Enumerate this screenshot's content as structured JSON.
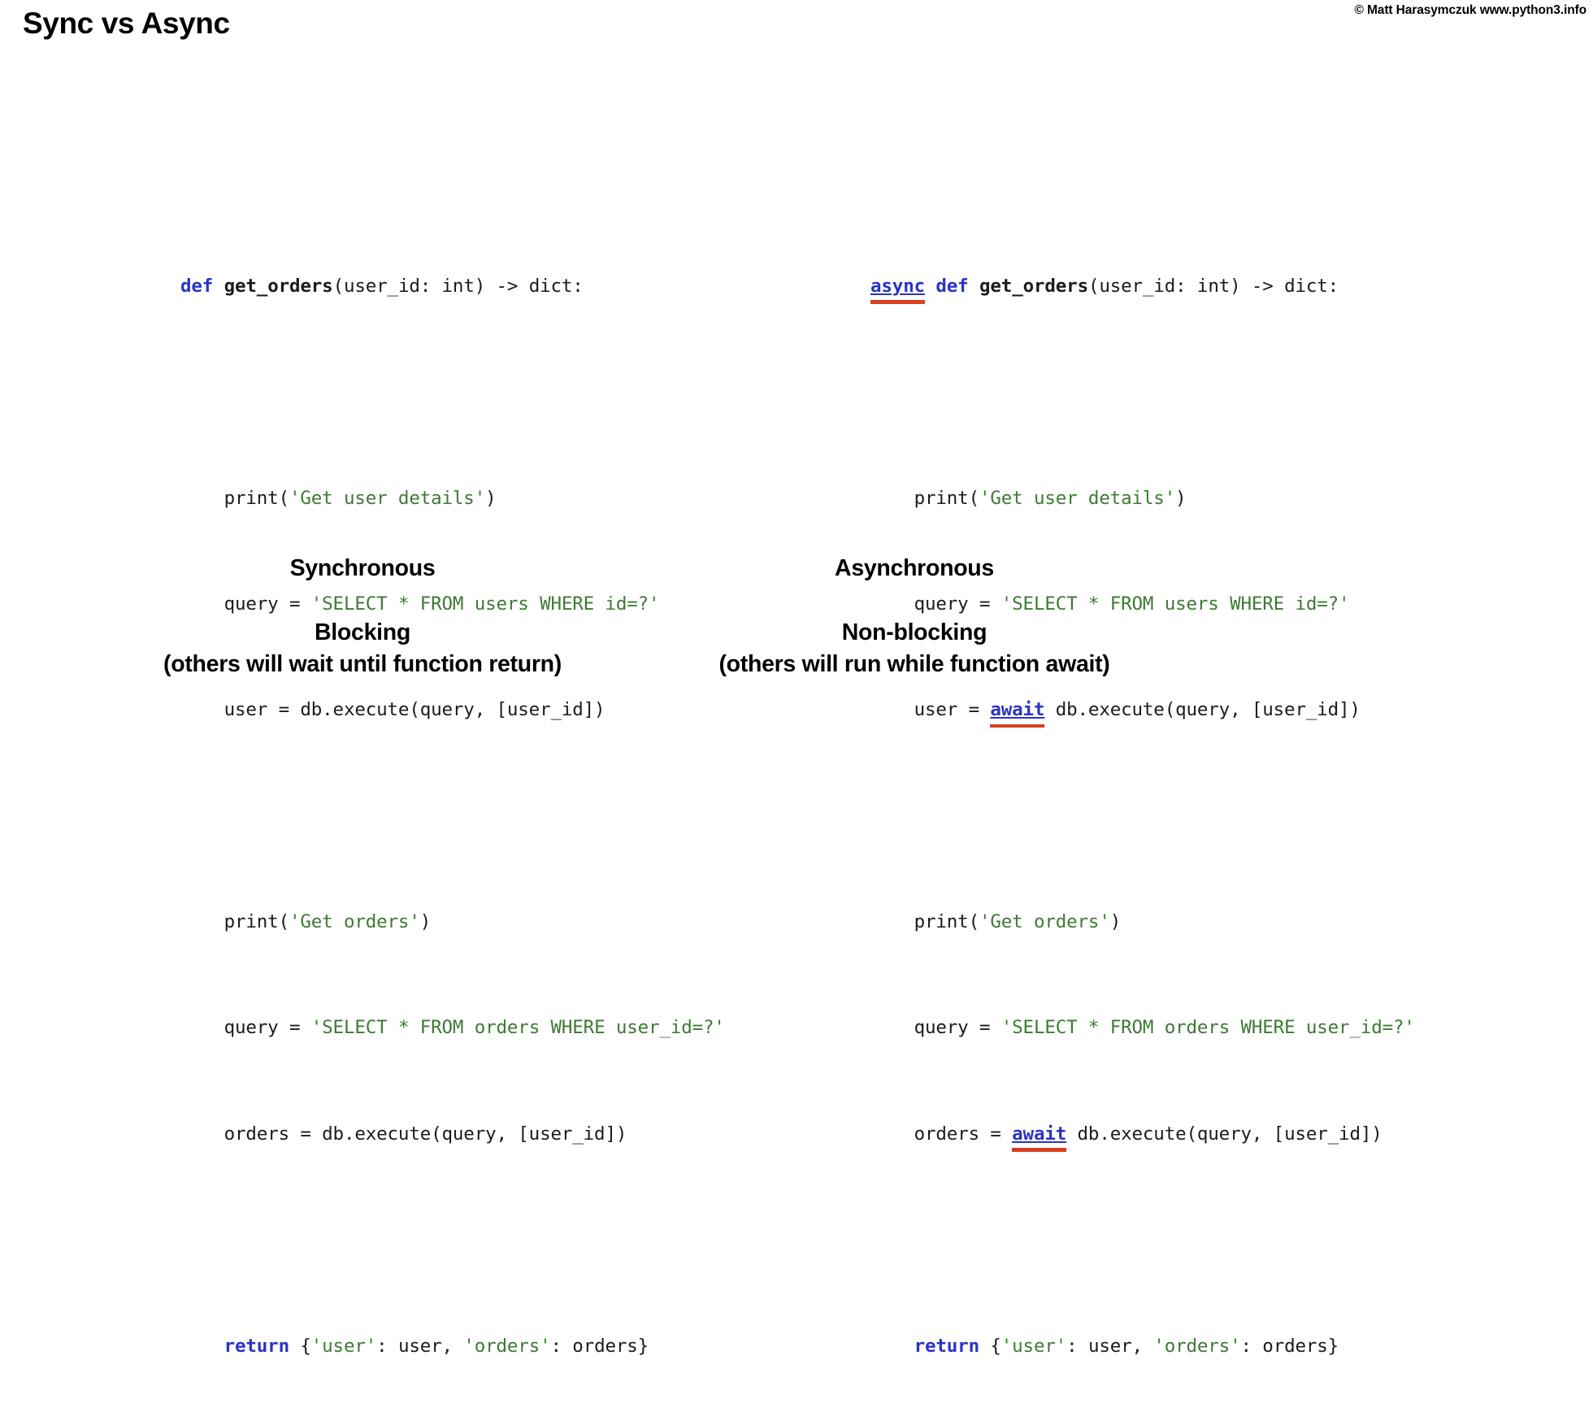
{
  "slide": {
    "title": "Sync vs Async",
    "copyright": "© Matt Harasymczuk www.python3.info",
    "background": "#ffffff"
  },
  "colors": {
    "keyword": "#2a34c4",
    "string": "#3d7a33",
    "plain": "#1b1b1b",
    "highlight_underline": "#d8401f",
    "text": "#000000"
  },
  "columns": [
    {
      "id": "sync",
      "caption_heading": "Synchronous",
      "caption_sub_line1": "Blocking",
      "caption_sub_line2": "(others will wait until function return)",
      "code": {
        "signature": {
          "keyword": "def",
          "name": "get_orders",
          "params": "(user_id: int) -> dict:"
        },
        "lines": [
          "    print('Get user details')",
          "    query = 'SELECT * FROM users WHERE id=?'",
          "    user = db.execute(query, [user_id])",
          "",
          "    print('Get orders')",
          "    query = 'SELECT * FROM orders WHERE user_id=?'",
          "    orders = db.execute(query, [user_id])",
          "",
          "    return {'user': user, 'orders': orders}"
        ],
        "tokens": {
          "print_call_open": "    print(",
          "str_get_user_details": "'Get user details'",
          "print_call_close": ")",
          "query_assign": "    query = ",
          "str_select_users": "'SELECT * FROM users WHERE id=?'",
          "user_assign": "    user = db.execute(query, [user_id])",
          "str_get_orders": "'Get orders'",
          "str_select_orders": "'SELECT * FROM orders WHERE user_id=?'",
          "orders_assign": "    orders = db.execute(query, [user_id])",
          "return_kw": "    return",
          "return_open": " {",
          "str_user_key": "'user'",
          "return_mid": ": user, ",
          "str_orders_key": "'orders'",
          "return_close": ": orders}"
        }
      }
    },
    {
      "id": "async",
      "caption_heading": "Asynchronous",
      "caption_sub_line1": "Non-blocking",
      "caption_sub_line2": "(others will run while function await)",
      "code": {
        "signature": {
          "async_keyword": "async",
          "keyword": "def",
          "name": "get_orders",
          "params": "(user_id: int) -> dict:"
        },
        "lines": [
          "    print('Get user details')",
          "    query = 'SELECT * FROM users WHERE id=?'",
          "    user = await db.execute(query, [user_id])",
          "",
          "    print('Get orders')",
          "    query = 'SELECT * FROM orders WHERE user_id=?'",
          "    orders = await db.execute(query, [user_id])",
          "",
          "    return {'user': user, 'orders': orders}"
        ],
        "tokens": {
          "print_call_open": "    print(",
          "str_get_user_details": "'Get user details'",
          "print_call_close": ")",
          "query_assign": "    query = ",
          "str_select_users": "'SELECT * FROM users WHERE id=?'",
          "user_assign_pre": "    user = ",
          "await_kw": "await",
          "user_assign_post": " db.execute(query, [user_id])",
          "str_get_orders": "'Get orders'",
          "str_select_orders": "'SELECT * FROM orders WHERE user_id=?'",
          "orders_assign_pre": "    orders = ",
          "orders_assign_post": " db.execute(query, [user_id])",
          "return_kw": "    return",
          "return_open": " {",
          "str_user_key": "'user'",
          "return_mid": ": user, ",
          "str_orders_key": "'orders'",
          "return_close": ": orders}"
        }
      }
    }
  ]
}
